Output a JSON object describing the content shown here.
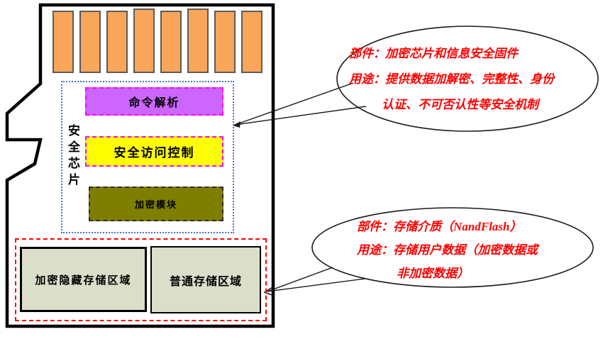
{
  "card": {
    "connector_pins": {
      "count": 8,
      "fill": "#F9A65B",
      "border_color": "#5A5A5A"
    },
    "security_chip": {
      "label": "安全芯片",
      "border_color": "#4472C4",
      "modules": [
        {
          "id": "command-parsing",
          "label": "命令解析",
          "fill": "#CC66FF",
          "border_color": "#FF00FF"
        },
        {
          "id": "secure-access-control",
          "label": "安全访问控制",
          "fill": "#FFFF00",
          "border_color": "#FF00FF"
        },
        {
          "id": "encryption-module",
          "label": "加密模块",
          "fill": "#7E7E00",
          "border_color": "#2B2B2B"
        }
      ]
    },
    "storage": {
      "border_color": "#FF0000",
      "areas": [
        {
          "id": "encrypted-hidden-storage",
          "label": "加密隐藏存储区域",
          "fill": "#DBDFCA"
        },
        {
          "id": "normal-storage",
          "label": "普通存储区域",
          "fill": "#DBDFCA"
        }
      ]
    }
  },
  "callouts": [
    {
      "id": "security-chip-callout",
      "text_color": "#FF0000",
      "lines": [
        "部件：加密芯片和信息安全固件",
        "用途：提供数据加解密、完整性、身份",
        "认证、不可否认性等安全机制"
      ]
    },
    {
      "id": "storage-callout",
      "text_color": "#FF0000",
      "lines": [
        "部件：存储介质（NandFlash）",
        "用途：存储用户数据（加密数据或",
        "非加密数据）"
      ]
    }
  ]
}
